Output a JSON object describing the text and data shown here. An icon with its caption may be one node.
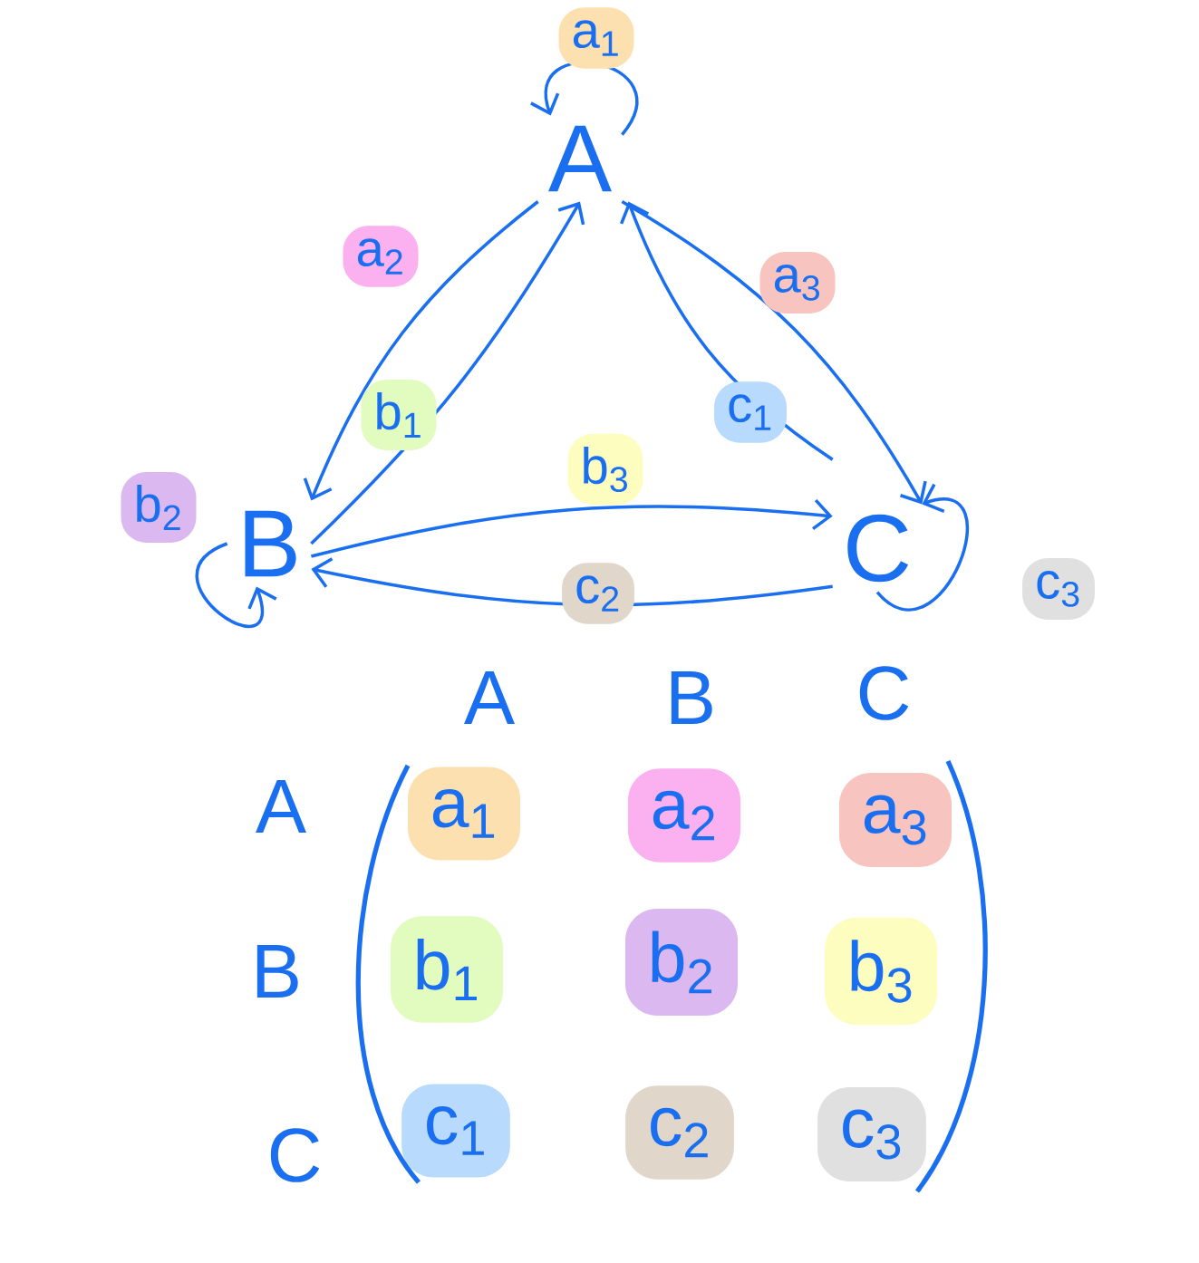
{
  "diagram": {
    "nodes": [
      {
        "text": [
          "A"
        ]
      },
      {
        "text": [
          "B"
        ]
      },
      {
        "text": [
          "C"
        ]
      }
    ],
    "edges": [
      {
        "from": 0,
        "to": 0,
        "arrow": "to",
        "label": "a$_{1}$"
      },
      {
        "from": 0,
        "to": 1,
        "arrow": "to",
        "label": "a$_{2}$"
      },
      {
        "from": 0,
        "to": 2,
        "arrow": "to",
        "label": "a$_{3}$"
      },
      {
        "from": 1,
        "to": 0,
        "arrow": "to",
        "label": "b$_{1}$"
      },
      {
        "from": 1,
        "to": 1,
        "arrow": "to",
        "label": "b$_{2}$"
      },
      {
        "from": 1,
        "to": 2,
        "arrow": "to",
        "label": "b$_{3}$"
      },
      {
        "from": 2,
        "to": 0,
        "arrow": "to",
        "label": "c$_{1}$"
      },
      {
        "from": 2,
        "to": 1,
        "arrow": "to",
        "label": "c$_{2}$"
      },
      {
        "from": 2,
        "to": 2,
        "arrow": "to",
        "label": "c$_{3}$"
      }
    ],
    "labels": [
      "A",
      "B",
      "C",
      "A",
      "a$_{1}$",
      "a$_{2}$",
      "a$_{3}$",
      "B",
      "b$_{1}$",
      "b$_{2}$",
      "b$_{3}$",
      "C",
      "c$_{1}$",
      "c$_{2}$",
      "c$_{3}$"
    ]
  }
}
